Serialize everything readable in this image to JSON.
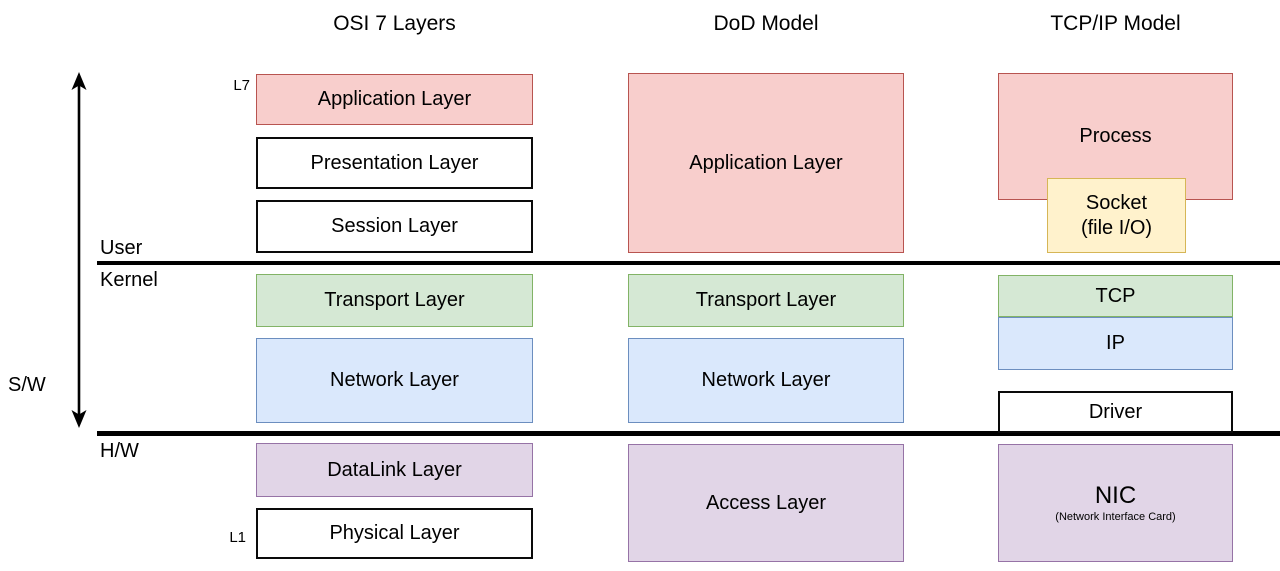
{
  "columns": [
    {
      "title": "OSI 7 Layers",
      "boxes": [
        {
          "label": "Application Layer"
        },
        {
          "label": "Presentation Layer"
        },
        {
          "label": "Session Layer"
        },
        {
          "label": "Transport Layer"
        },
        {
          "label": "Network Layer"
        },
        {
          "label": "DataLink Layer"
        },
        {
          "label": "Physical Layer"
        }
      ]
    },
    {
      "title": "DoD Model",
      "boxes": [
        {
          "label": "Application Layer"
        },
        {
          "label": "Transport Layer"
        },
        {
          "label": "Network Layer"
        },
        {
          "label": "Access Layer"
        }
      ]
    },
    {
      "title": "TCP/IP Model",
      "boxes": [
        {
          "label": "Process"
        },
        {
          "label": "Socket",
          "label_line2": "(file I/O)"
        },
        {
          "label": "TCP"
        },
        {
          "label": "IP"
        },
        {
          "label": "Driver"
        },
        {
          "label": "NIC",
          "sublabel": "(Network Interface Card)"
        }
      ]
    }
  ],
  "side_labels": {
    "user": "User",
    "kernel": "Kernel",
    "hardware": "H/W",
    "software": "S/W"
  },
  "layer_markers": {
    "l7": "L7",
    "l1": "L1"
  },
  "colors": {
    "red_fill": "#f8cecc",
    "red_stroke": "#b85450",
    "green_fill": "#d5e8d4",
    "green_stroke": "#82b366",
    "blue_fill": "#dae8fc",
    "blue_stroke": "#6c8ebf",
    "purple_fill": "#e1d5e7",
    "purple_stroke": "#9673a6",
    "yellow_fill": "#fff2cc",
    "yellow_stroke": "#d6b656",
    "divider": "#000000"
  }
}
